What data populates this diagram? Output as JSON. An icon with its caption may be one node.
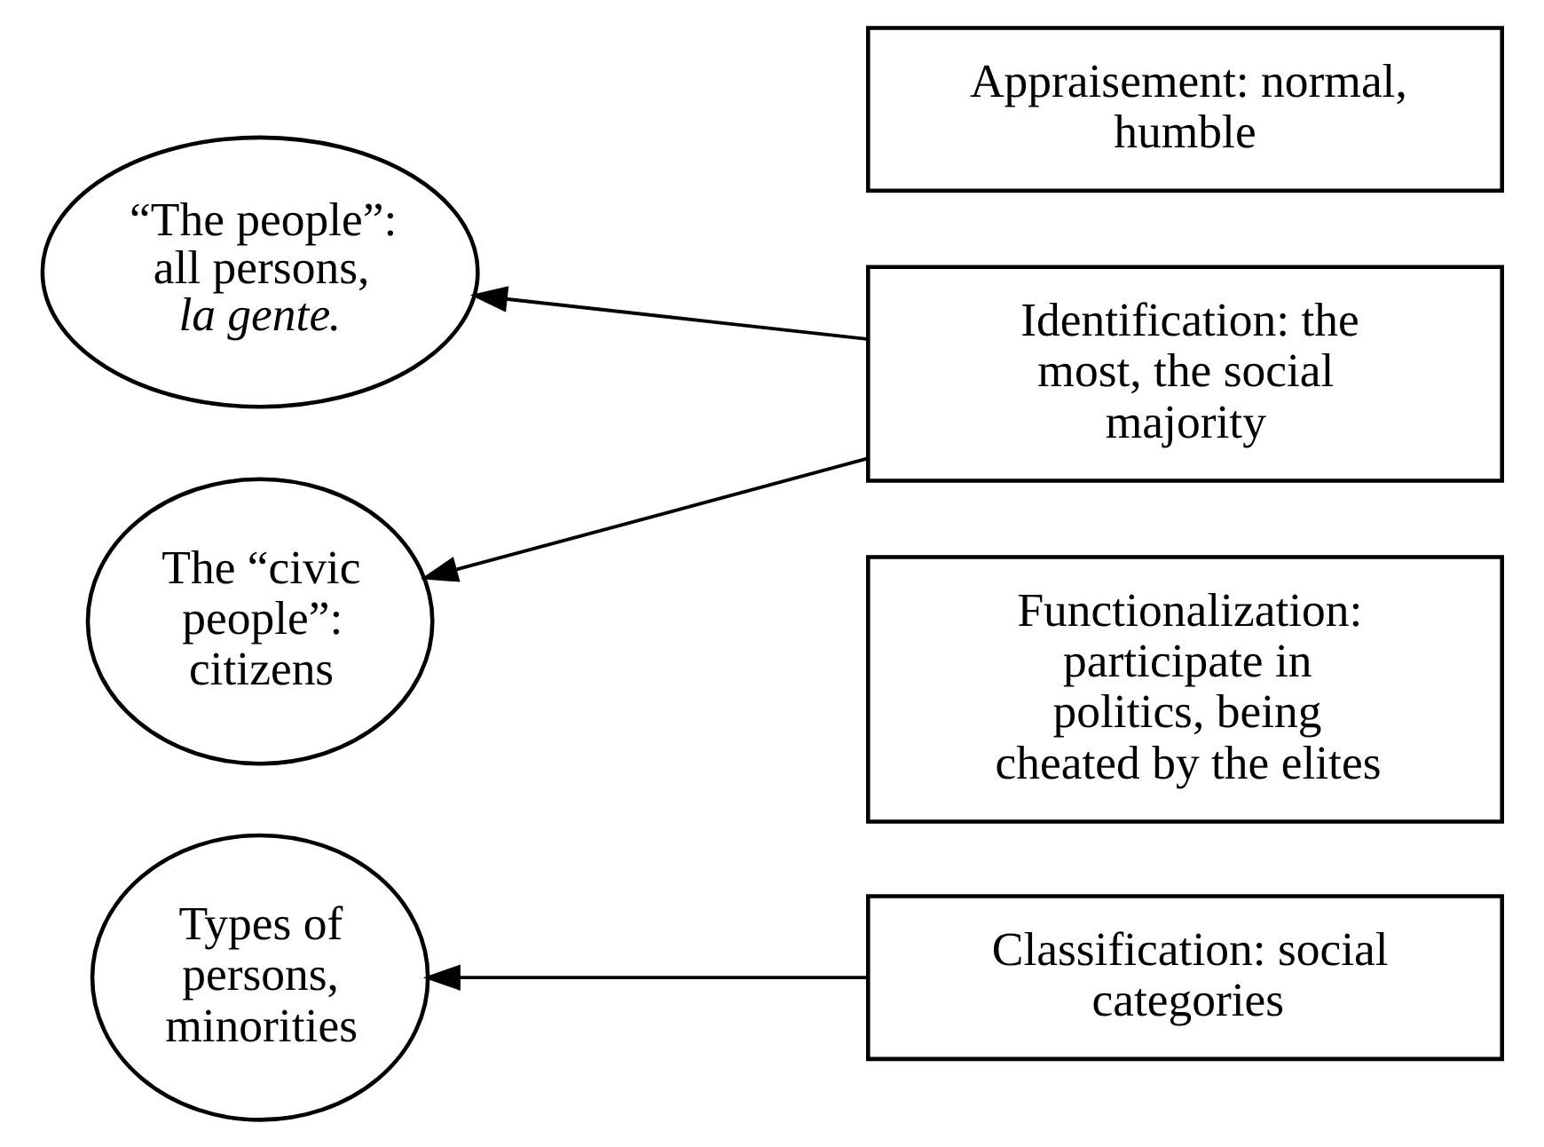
{
  "diagram": {
    "nodes": [
      {
        "text": [
          "“The people”: all persons, *la gente*."
        ]
      },
      {
        "text": [
          "The “civic people”: citizens"
        ]
      },
      {
        "text": [
          "Types of persons, minorities"
        ]
      },
      {
        "text": [
          "Appraisement: normal, humble"
        ]
      },
      {
        "text": [
          "Identification: the most, the social majority"
        ]
      },
      {
        "text": [
          "Functionalization: participate in politics, being cheated by the elites"
        ]
      },
      {
        "text": [
          "Classification: social categories"
        ]
      }
    ],
    "edges": [
      {
        "from": 4,
        "to": 0,
        "arrow": "to"
      },
      {
        "from": 4,
        "to": 1,
        "arrow": "to"
      },
      {
        "from": 6,
        "to": 2,
        "arrow": "to"
      }
    ]
  }
}
